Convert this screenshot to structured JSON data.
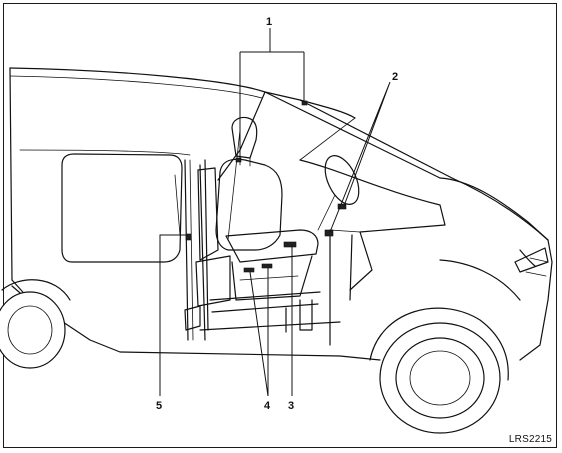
{
  "figure": {
    "code": "LRS2215"
  },
  "callouts": [
    {
      "label": "1"
    },
    {
      "label": "2"
    },
    {
      "label": "3"
    },
    {
      "label": "4"
    },
    {
      "label": "5"
    }
  ],
  "colors": {
    "line": "#111111",
    "background": "#ffffff"
  }
}
